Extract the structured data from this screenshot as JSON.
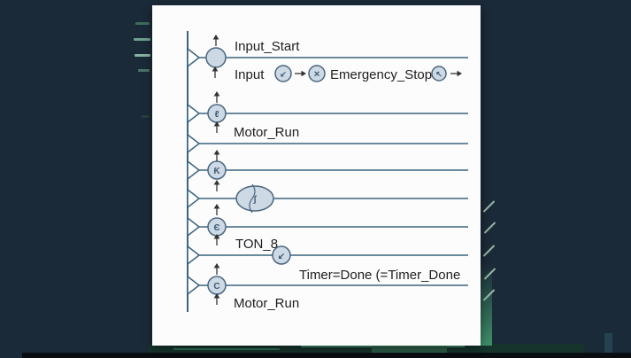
{
  "scene": {
    "background_color": "#1b2a38",
    "bottom_bar_color": "#0a0e13",
    "card_color": "#fcfcfd",
    "accent_green_bright": "#a9cdba",
    "accent_green_mid": "#3c8a64",
    "accent_green_dim": "#2c5c47"
  },
  "diagram": {
    "stroke_color": "#3b647f",
    "node_fill": "#cdd9e5",
    "node_stroke": "#4a667e",
    "labels": {
      "input_start": "Input_Start",
      "input": "Input",
      "emergency_stop": "Emergency_Stop",
      "motor_run_1": "Motor_Run",
      "ton_timer": "TON_8",
      "timer_done": "Timer=Done (=Timer_Done",
      "motor_run_2": "Motor_Run"
    },
    "node_glyphs": {
      "seq_source": "↙",
      "seq_stop": "✕",
      "seq_end": "↖",
      "rung2_coil": "ℓ",
      "rung4_contact": "Ƙ",
      "rung5_function": "ʃ",
      "rung6_timer": "Є",
      "rung7_branch": "↙",
      "rung8_coil": "C"
    }
  }
}
